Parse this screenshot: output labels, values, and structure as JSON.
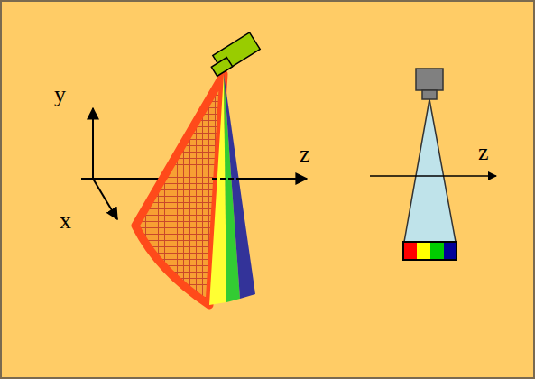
{
  "diagram": {
    "labels": [
      "y",
      "z",
      "x",
      "z"
    ]
  }
}
